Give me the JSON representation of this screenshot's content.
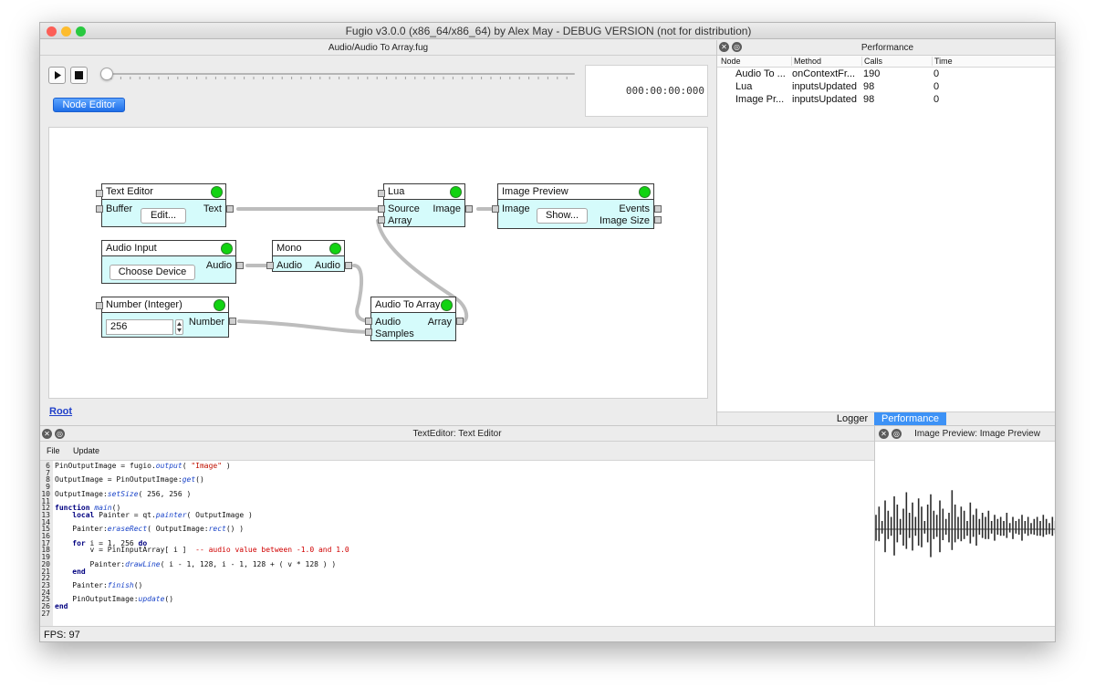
{
  "window": {
    "title": "Fugio v3.0.0 (x86_64/x86_64) by Alex May - DEBUG VERSION (not for distribution)"
  },
  "main_panel": {
    "title": "Audio/Audio To Array.fug",
    "timecode": "000:00:00:000",
    "node_editor_label": "Node Editor",
    "root_link": "Root"
  },
  "nodes": {
    "text_editor": {
      "title": "Text Editor",
      "in": "Buffer",
      "out": "Text",
      "button": "Edit..."
    },
    "audio_input": {
      "title": "Audio Input",
      "out": "Audio",
      "button": "Choose Device"
    },
    "number": {
      "title": "Number (Integer)",
      "out": "Number",
      "value": "256"
    },
    "lua": {
      "title": "Lua",
      "in1": "Source",
      "in2": "Array",
      "out": "Image"
    },
    "mono": {
      "title": "Mono",
      "in": "Audio",
      "out": "Audio"
    },
    "audio_to_array": {
      "title": "Audio To Array",
      "in1": "Audio",
      "in2": "Samples",
      "out": "Array"
    },
    "image_preview": {
      "title": "Image Preview",
      "in": "Image",
      "out1": "Events",
      "out2": "Image Size",
      "button": "Show..."
    }
  },
  "performance": {
    "title": "Performance",
    "columns": [
      "Node",
      "Method",
      "Calls",
      "Time"
    ],
    "rows": [
      [
        "Audio To ...",
        "onContextFr...",
        "190",
        "0"
      ],
      [
        "Lua",
        "inputsUpdated",
        "98",
        "0"
      ],
      [
        "Image Pr...",
        "inputsUpdated",
        "98",
        "0"
      ]
    ],
    "tabs": [
      "Logger",
      "Performance"
    ],
    "active_tab": "Performance"
  },
  "text_editor_panel": {
    "title": "TextEditor: Text Editor",
    "menu": [
      "File",
      "Update"
    ],
    "line_numbers": [
      "6",
      "7",
      "8",
      "9",
      "10",
      "11",
      "12",
      "13",
      "14",
      "15",
      "16",
      "17",
      "18",
      "19",
      "20",
      "21",
      "22",
      "23",
      "24",
      "25",
      "26",
      "27"
    ]
  },
  "image_preview_panel": {
    "title": "Image Preview: Image Preview",
    "waveform_levels": [
      0.35,
      0.55,
      0.2,
      0.7,
      0.45,
      0.3,
      0.8,
      0.6,
      0.25,
      0.5,
      0.9,
      0.4,
      0.65,
      0.3,
      0.75,
      0.55,
      0.2,
      0.6,
      0.85,
      0.45,
      0.35,
      0.7,
      0.5,
      0.25,
      0.4,
      0.95,
      0.6,
      0.3,
      0.55,
      0.45,
      0.2,
      0.65,
      0.35,
      0.5,
      0.25,
      0.4,
      0.3,
      0.45,
      0.2,
      0.35,
      0.25,
      0.3,
      0.2,
      0.4,
      0.15,
      0.3,
      0.2,
      0.25,
      0.35,
      0.2,
      0.3,
      0.15,
      0.25,
      0.3,
      0.2,
      0.35,
      0.25,
      0.15,
      0.3,
      0.2
    ]
  },
  "status": {
    "fps": "FPS: 97"
  },
  "colors": {
    "accent": "#2f7ef5",
    "node_body": "#d5fbfb",
    "led_green": "#11d311"
  }
}
